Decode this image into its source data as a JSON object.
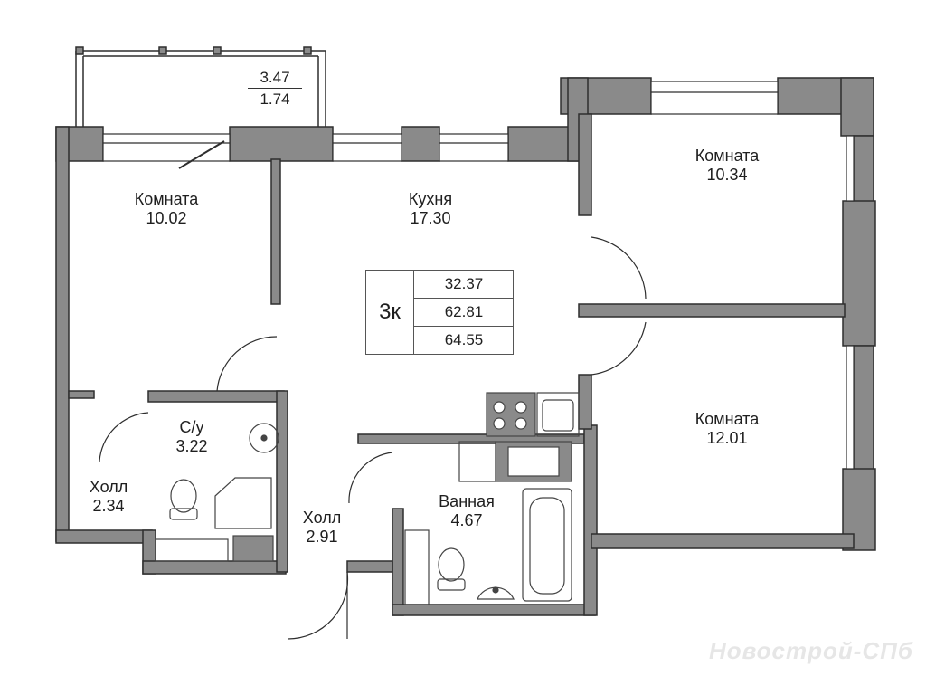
{
  "colors": {
    "wall_fill": "#8a8a8a",
    "wall_stroke": "#2e2e2e",
    "text": "#1f1f1f",
    "watermark": "#d2d2d2"
  },
  "balcony": {
    "area_total": "3.47",
    "area_reduced": "1.74"
  },
  "rooms": {
    "room_left": {
      "name": "Комната",
      "area": "10.02"
    },
    "kitchen": {
      "name": "Кухня",
      "area": "17.30"
    },
    "room_top_right": {
      "name": "Комната",
      "area": "10.34"
    },
    "room_bottom_right": {
      "name": "Комната",
      "area": "12.01"
    },
    "wc": {
      "name": "С/у",
      "area": "3.22"
    },
    "hall_left": {
      "name": "Холл",
      "area": "2.34"
    },
    "hall_center": {
      "name": "Холл",
      "area": "2.91"
    },
    "bathroom": {
      "name": "Ванная",
      "area": "4.67"
    }
  },
  "summary": {
    "type": "3к",
    "living_area": "32.37",
    "total_area": "62.81",
    "total_area_with_balcony": "64.55"
  },
  "watermark": "Новострой-СПб",
  "icons": [
    "toilet-icon",
    "sink-icon",
    "bathtub-icon",
    "stove-icon",
    "kitchen-sink-icon",
    "door-swing-icon",
    "window-icon"
  ]
}
